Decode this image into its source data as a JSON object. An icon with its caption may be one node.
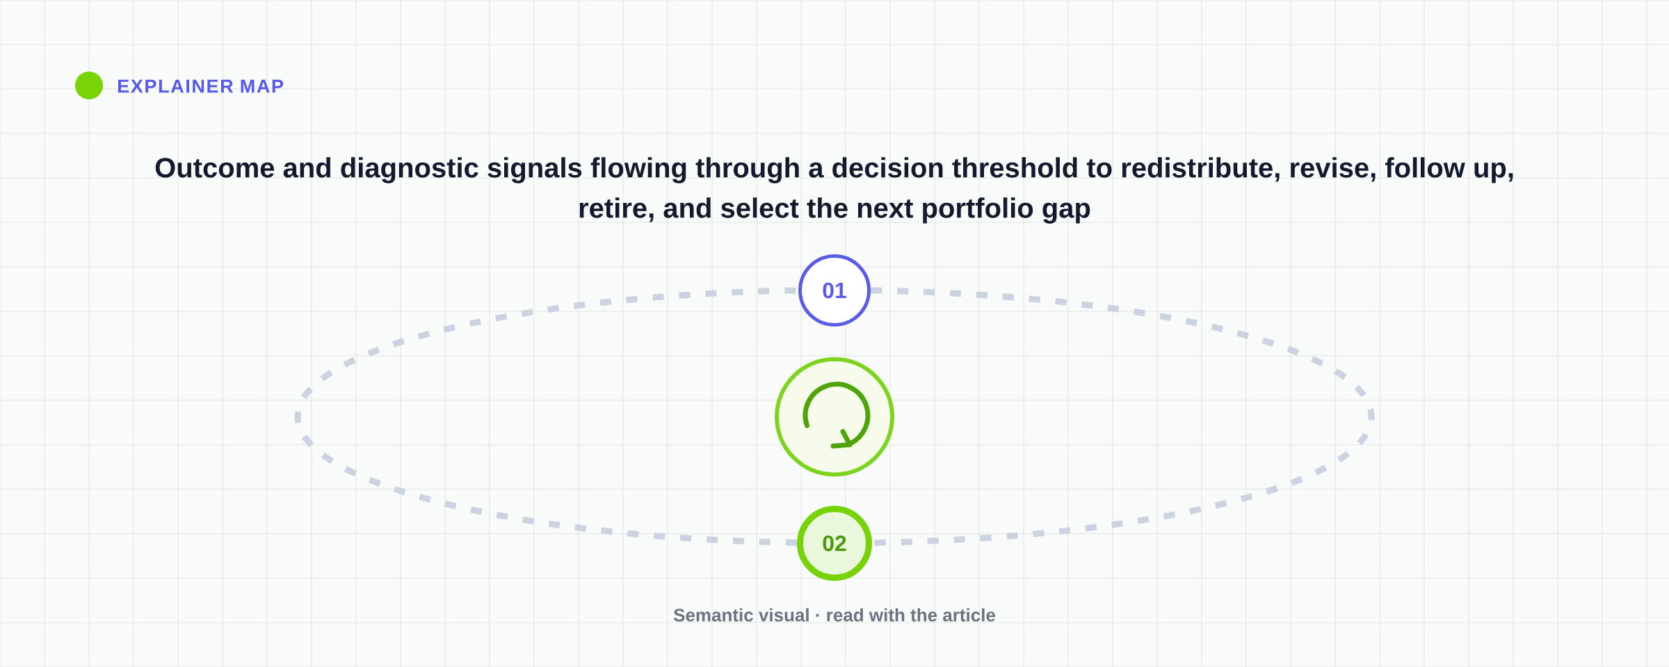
{
  "diagram": {
    "title": "Outcome and diagnostic signals flowing through a decision threshold to redistribute, revise, follow up, retire, and select the next portfolio gap",
    "caption": "Semantic visual · read with the article",
    "nodes": [
      {
        "text": [
          "01"
        ]
      },
      {
        "text": [],
        "shape": "circle"
      },
      {
        "text": [
          "02"
        ]
      }
    ],
    "edges": [
      {
        "from": 0,
        "to": 2,
        "arrow": "none",
        "style": "dashed"
      },
      {
        "from": 2,
        "to": 0,
        "arrow": "none",
        "style": "dashed"
      }
    ],
    "labels": [
      "EXPLAINER MAP"
    ]
  }
}
